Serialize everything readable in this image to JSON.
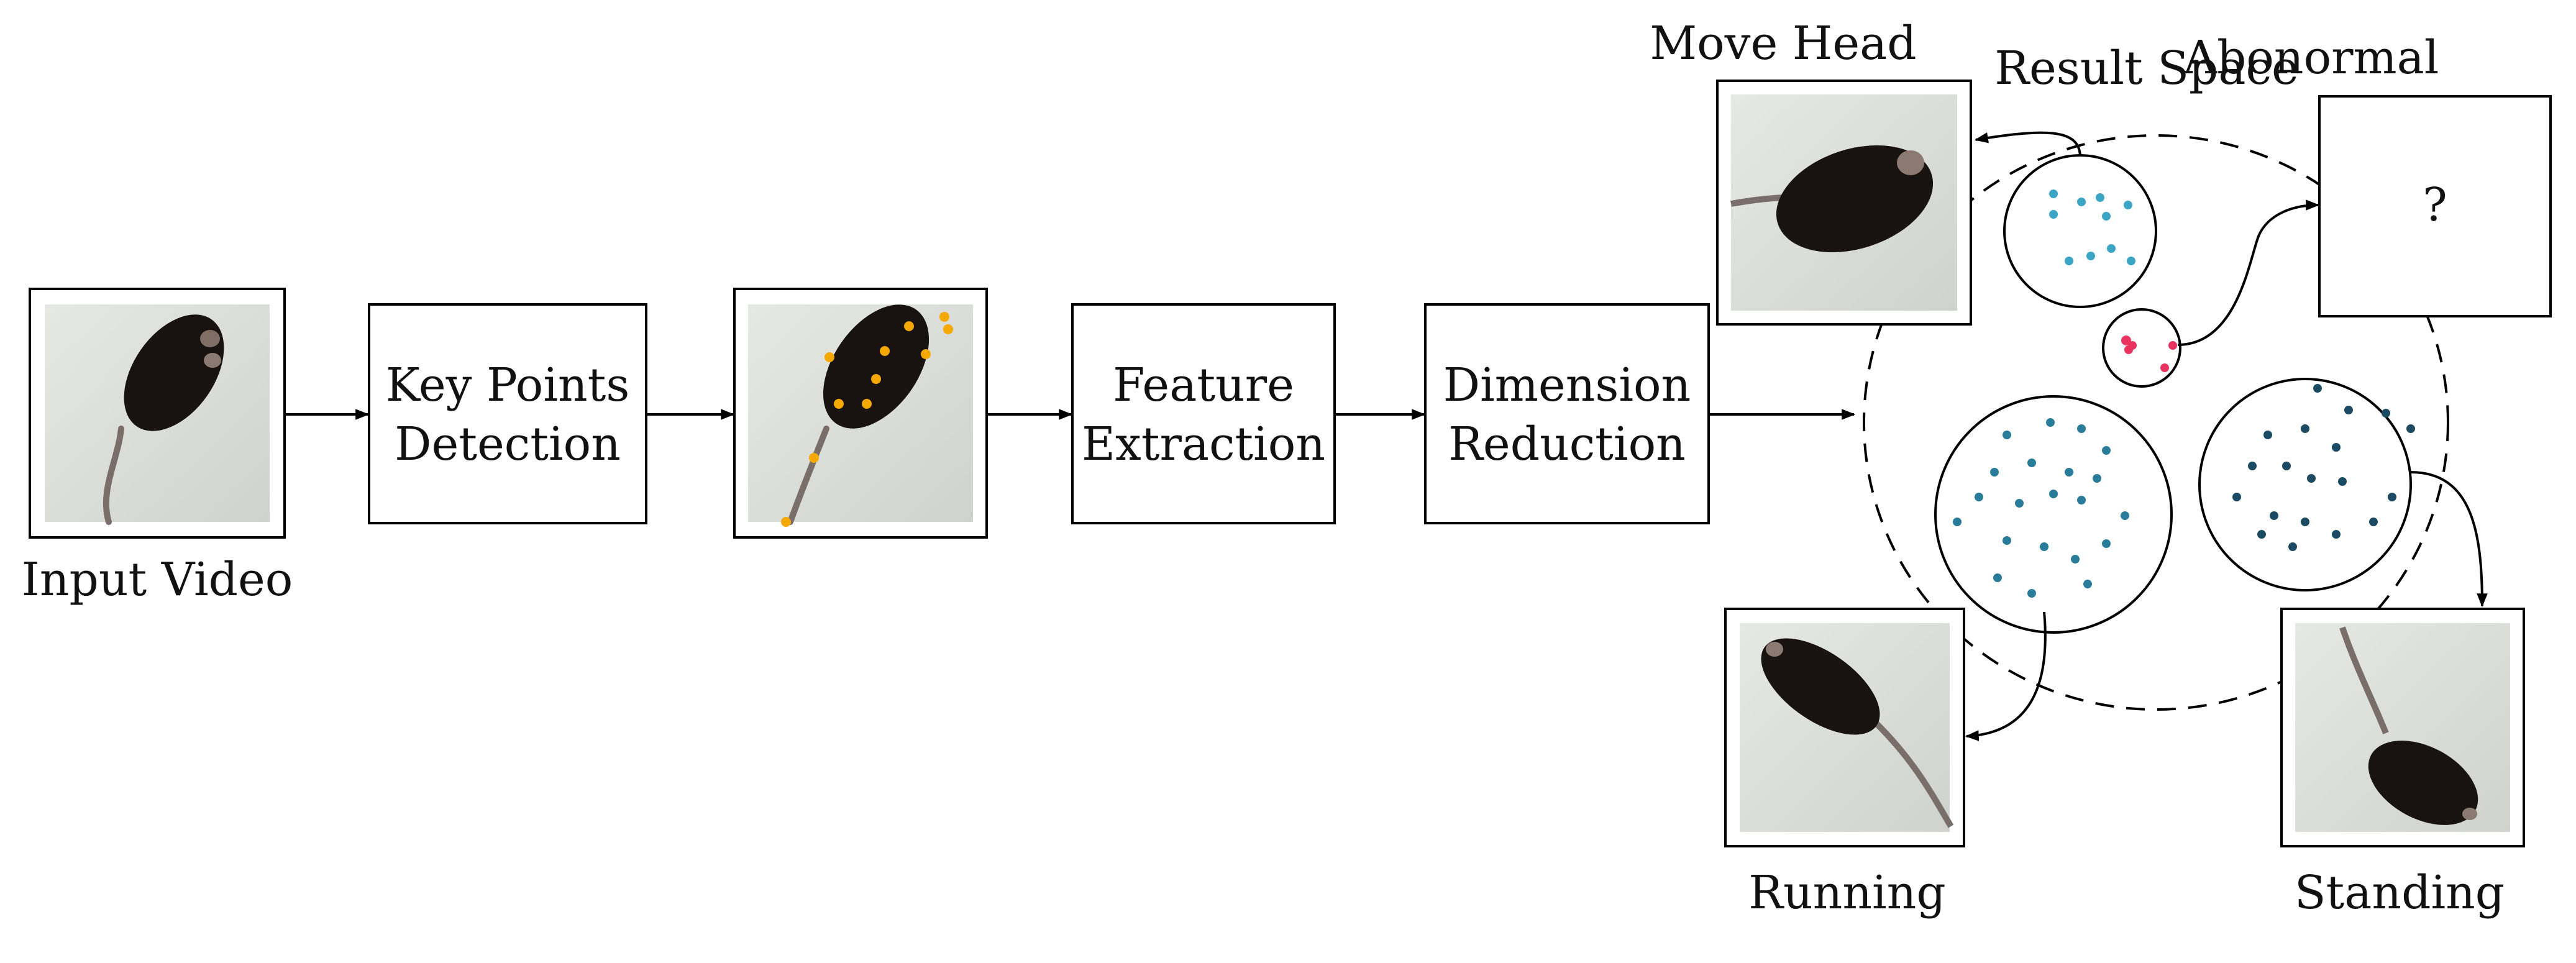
{
  "labels": {
    "input_video": "Input Video",
    "key_points": [
      "Key Points",
      "Detection"
    ],
    "feature": [
      "Feature",
      "Extraction"
    ],
    "dimension": [
      "Dimension",
      "Reduction"
    ],
    "result_space": "Result Space",
    "move_head": "Move Head",
    "abnormal": "Abonormal",
    "abnormal_mark": "?",
    "running": "Running",
    "standing": "Standing"
  },
  "colors": {
    "keypoint": "#f5a800",
    "cluster_move_head": "#3aa5c5",
    "cluster_running": "#2a7d9a",
    "cluster_standing": "#1b4a63",
    "cluster_abnormal": "#e8345e",
    "mouse": "#181210",
    "photo_bg": "#dcded9"
  },
  "icons": [
    "mouse-photo",
    "arrow-right-icon",
    "curved-arrow-icon"
  ]
}
